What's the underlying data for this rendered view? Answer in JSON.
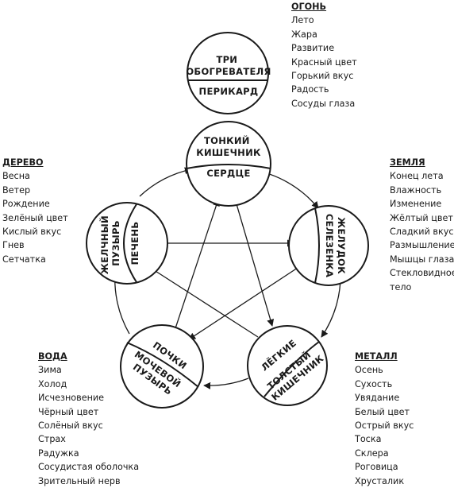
{
  "elements": {
    "fire": {
      "title": "ОГОНЬ",
      "items": [
        "Лето",
        "Жара",
        "Развитие",
        "Красный цвет",
        "Горький вкус",
        "Радость",
        "Сосуды глаза"
      ]
    },
    "wood": {
      "title": "ДЕРЕВО",
      "items": [
        "Весна",
        "Ветер",
        "Рождение",
        "Зелёный цвет",
        "Кислый вкус",
        "Гнев",
        "Сетчатка"
      ]
    },
    "earth": {
      "title": "ЗЕМЛЯ",
      "items": [
        "Конец лета",
        "Влажность",
        "Изменение",
        "Жёлтый цвет",
        "Сладкий вкус",
        "Размышление",
        "Мышцы глаза",
        "Стекловидное",
        "тело"
      ]
    },
    "water": {
      "title": "ВОДА",
      "items": [
        "Зима",
        "Холод",
        "Исчезновение",
        "Чёрный цвет",
        "Солёный вкус",
        "Страх",
        "Радужка",
        "Сосудистая оболочка",
        "Зрительный нерв"
      ]
    },
    "metal": {
      "title": "МЕТАЛЛ",
      "items": [
        "Осень",
        "Сухость",
        "Увядание",
        "Белый цвет",
        "Острый вкус",
        "Тоска",
        "Склера",
        "Роговица",
        "Хрусталик"
      ]
    }
  },
  "organs": {
    "top": {
      "upper": [
        "ТРИ",
        "ОБОГРЕВАТЕЛЯ"
      ],
      "lower": [
        "ПЕРИКАРД"
      ]
    },
    "fire": {
      "upper": [
        "ТОНКИЙ",
        "КИШЕЧНИК"
      ],
      "lower": [
        "СЕРДЦЕ"
      ]
    },
    "earth": {
      "outer": [
        "ЖЕЛУДОК"
      ],
      "inner": [
        "СЕЛЕЗЕНКА"
      ]
    },
    "metal": {
      "upper": [
        "ЛЁГКИЕ"
      ],
      "lower": [
        "ТОЛСТЫЙ",
        "КИШЕЧНИК"
      ]
    },
    "water": {
      "upper": [
        "ПОЧКИ"
      ],
      "lower": [
        "МОЧЕВОЙ",
        "ПУЗЫРЬ"
      ]
    },
    "wood": {
      "outer": [
        "ЖЕЛЧНЫЙ",
        "ПУЗЫРЬ"
      ],
      "inner": [
        "ПЕЧЕНЬ"
      ]
    }
  },
  "colors": {
    "ink": "#1a1a1a",
    "background": "#ffffff"
  }
}
